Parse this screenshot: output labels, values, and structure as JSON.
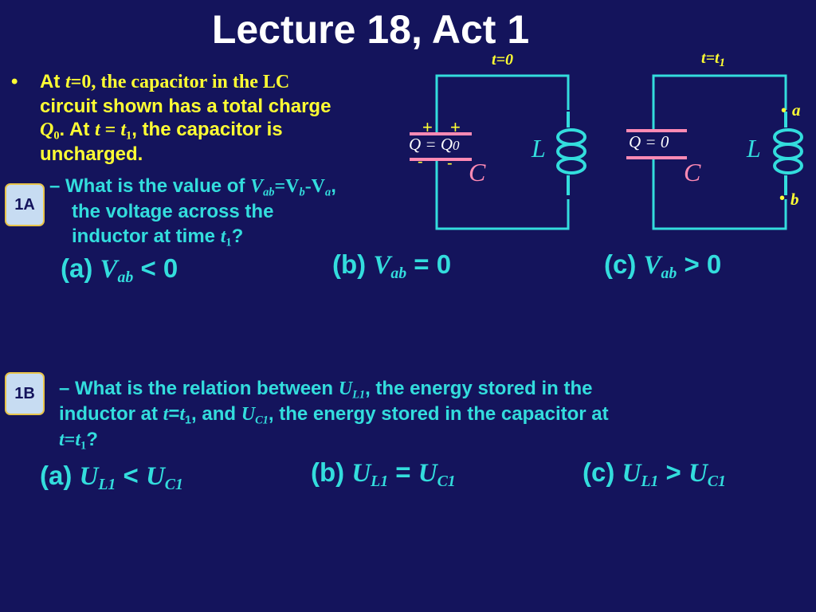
{
  "title": "Lecture 18, Act 1",
  "bullet": "•",
  "intro": {
    "line1_a": "At ",
    "line1_t": "t",
    "line1_b": "=0, the capacitor in the LC",
    "line2": "circuit shown has a total charge",
    "line3_Q": "Q",
    "line3_Qsub": "0",
    "line3_b": ".  At ",
    "line3_t": "t",
    "line3_eq": " = ",
    "line3_t2": "t",
    "line3_t2sub": "1",
    "line3_c": ", the capacitor is",
    "line4": "uncharged."
  },
  "q1a": {
    "badge": "1A",
    "dash": "–",
    "text_a": "What is the value of ",
    "V": "V",
    "Vsub": "ab",
    "eq": "=V",
    "bsub": "b",
    "minus": "-V",
    "asub": "a",
    "comma": ",",
    "line2": "the voltage across the",
    "line3_a": "inductor at time ",
    "t": "t",
    "tsub": "1",
    "q": "?"
  },
  "answers1a": [
    {
      "label": "(a) ",
      "var": "V",
      "sub": "ab",
      "rel": " < 0"
    },
    {
      "label": "(b) ",
      "var": "V",
      "sub": "ab",
      "rel": " = 0"
    },
    {
      "label": "(c) ",
      "var": "V",
      "sub": "ab",
      "rel": " > 0"
    }
  ],
  "q1b": {
    "badge": "1B",
    "line1_a": "– What is the relation between ",
    "U": "U",
    "Usub": "L1",
    "line1_b": ", the energy stored in the",
    "line2_a": "inductor at ",
    "t": "t",
    "eq": "=",
    "t1": "t",
    "t1sub": "1",
    "line2_b": ", and ",
    "UC": "U",
    "UCsub": "C1",
    "line2_c": ", the energy stored in the capacitor at",
    "line3_t": "t",
    "line3_eq": "=",
    "line3_t1": "t",
    "line3_t1sub": "1",
    "line3_q": "?"
  },
  "answers1b": [
    {
      "label": "(a) ",
      "u1": "U",
      "s1": "L1",
      "rel": " < ",
      "u2": "U",
      "s2": "C1"
    },
    {
      "label": "(b) ",
      "u1": "U",
      "s1": "L1",
      "rel": " = ",
      "u2": "U",
      "s2": "C1"
    },
    {
      "label": "(c) ",
      "u1": "U",
      "s1": "L1",
      "rel": " > ",
      "u2": "U",
      "s2": "C1"
    }
  ],
  "circuit_left": {
    "time_label_t": "t",
    "time_label_eq": "=0",
    "plus1": "+",
    "plus2": "+",
    "minus1": "-",
    "minus2": "-",
    "charge": "Q = Q",
    "charge_sub": "0",
    "L": "L",
    "C": "C"
  },
  "circuit_right": {
    "time_label_t": "t",
    "time_label_eq": "=",
    "time_label_t1": "t",
    "time_label_sub": "1",
    "charge": "Q = 0",
    "L": "L",
    "C": "C",
    "a": "a",
    "b": "b",
    "dot": "•"
  },
  "colors": {
    "background": "#14145c",
    "title": "#ffffff",
    "text_yellow": "#ffff33",
    "text_cyan": "#33dddd",
    "plates": "#ff8ab4",
    "wire": "#33dddd"
  }
}
